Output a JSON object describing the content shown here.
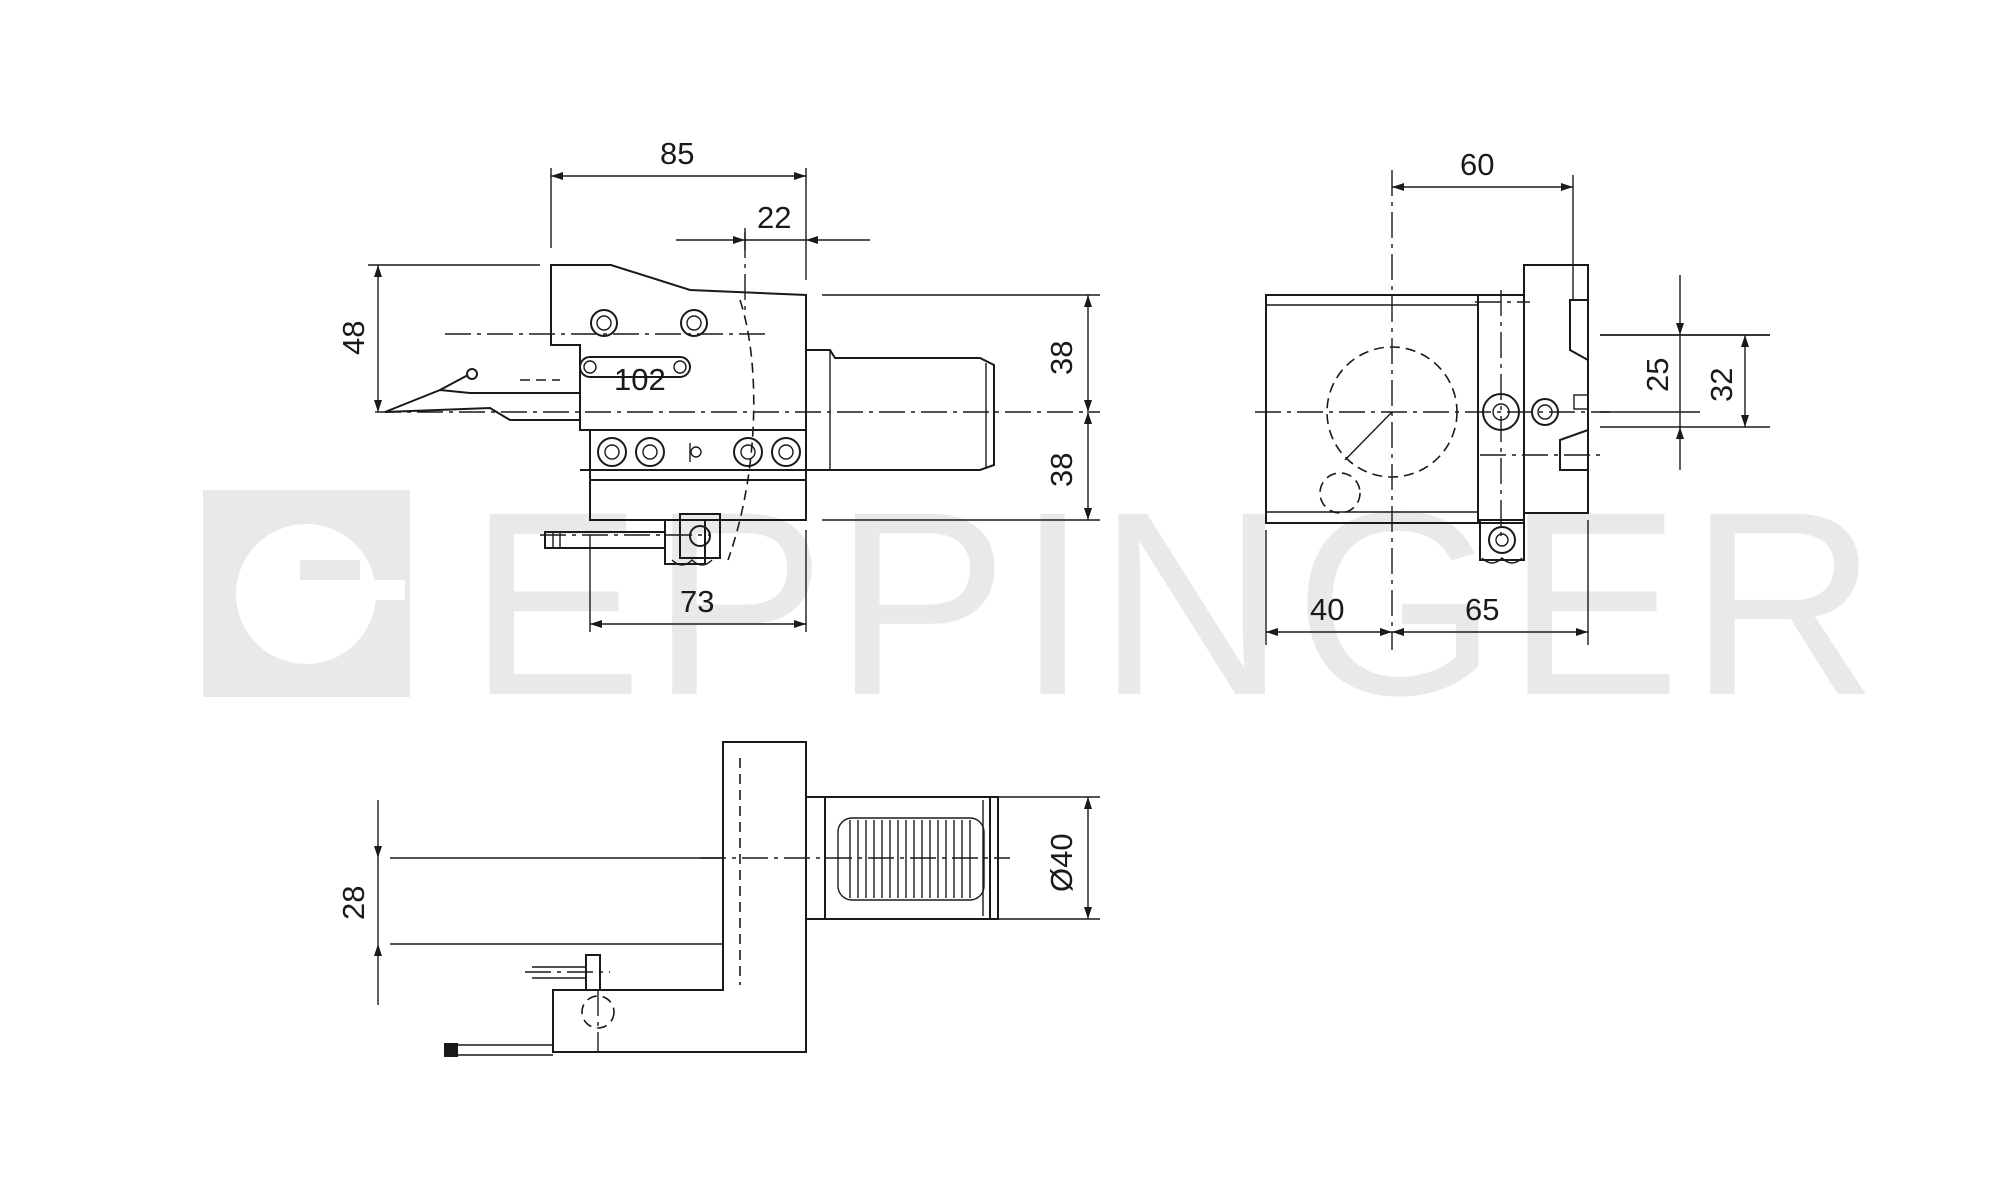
{
  "watermark": {
    "brand": "EPPINGER",
    "color": "#e9e9e9"
  },
  "drawing": {
    "views": [
      "front-view",
      "side-view",
      "top-view"
    ],
    "line_color": "#1a1a1a",
    "dimensions": {
      "front_width_total": "85",
      "front_offset_top": "22",
      "front_height_left": "48",
      "front_tool_length": "102",
      "front_upper_right": "38",
      "front_lower_right": "38",
      "front_bottom_width": "73",
      "side_top_width": "60",
      "side_bottom_left": "40",
      "side_bottom_right": "65",
      "side_right_inner": "25",
      "side_right_outer": "32",
      "top_left_height": "28",
      "top_shank_diameter": "Ø40"
    }
  }
}
